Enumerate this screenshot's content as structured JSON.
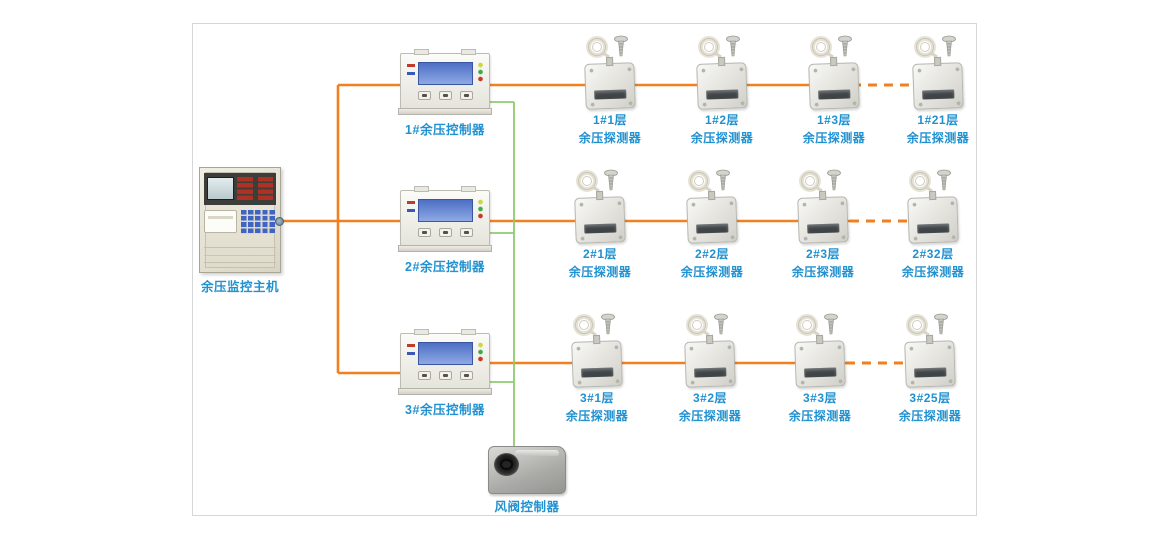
{
  "host": {
    "label": "余压监控主机"
  },
  "controllers": [
    {
      "label": "1#余压控制器"
    },
    {
      "label": "2#余压控制器"
    },
    {
      "label": "3#余压控制器"
    }
  ],
  "rows": [
    {
      "detectors": [
        {
          "floor": "1#1层",
          "type": "余压探测器"
        },
        {
          "floor": "1#2层",
          "type": "余压探测器"
        },
        {
          "floor": "1#3层",
          "type": "余压探测器"
        },
        {
          "floor": "1#21层",
          "type": "余压探测器"
        }
      ]
    },
    {
      "detectors": [
        {
          "floor": "2#1层",
          "type": "余压探测器"
        },
        {
          "floor": "2#2层",
          "type": "余压探测器"
        },
        {
          "floor": "2#3层",
          "type": "余压探测器"
        },
        {
          "floor": "2#32层",
          "type": "余压探测器"
        }
      ]
    },
    {
      "detectors": [
        {
          "floor": "3#1层",
          "type": "余压探测器"
        },
        {
          "floor": "3#2层",
          "type": "余压探测器"
        },
        {
          "floor": "3#3层",
          "type": "余压探测器"
        },
        {
          "floor": "3#25层",
          "type": "余压探测器"
        }
      ]
    }
  ],
  "damper": {
    "label": "风阀控制器"
  },
  "colors": {
    "wire_orange": "#F08020",
    "wire_green": "#8FCB6E",
    "label_blue": "#2191D0"
  }
}
